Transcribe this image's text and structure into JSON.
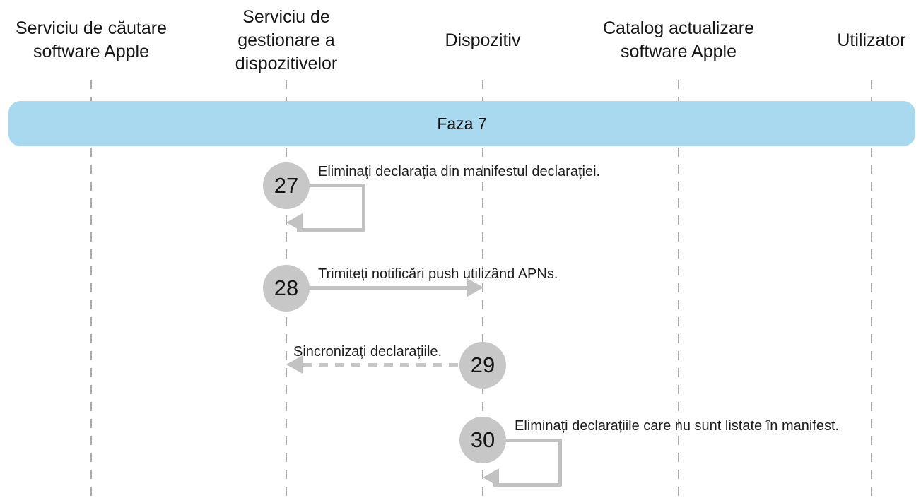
{
  "diagram": {
    "type": "sequence-diagram",
    "phase": {
      "label": "Faza 7"
    },
    "lifelines": [
      {
        "id": "apple-software-lookup-service",
        "label": "Serviciu de căutare software Apple"
      },
      {
        "id": "device-management-service",
        "label": "Serviciu de gestionare a dispozitivelor"
      },
      {
        "id": "device",
        "label": "Dispozitiv"
      },
      {
        "id": "apple-software-update-catalog",
        "label": "Catalog actualizare software Apple"
      },
      {
        "id": "user",
        "label": "Utilizator"
      }
    ],
    "steps": [
      {
        "number": "27",
        "type": "self-loop",
        "actor": "device-management-service",
        "label": "Eliminați declarația din manifestul declarației."
      },
      {
        "number": "28",
        "type": "solid-arrow",
        "from": "device-management-service",
        "to": "device",
        "label": "Trimiteți notificări push utilizând APNs."
      },
      {
        "number": "29",
        "type": "dashed-arrow",
        "from": "device",
        "to": "device-management-service",
        "label": "Sincronizați declarațiile."
      },
      {
        "number": "30",
        "type": "self-loop",
        "actor": "device",
        "label": "Eliminați declarațiile care nu sunt listate în manifest."
      }
    ],
    "colors": {
      "phase_banner": "#a8d9ef",
      "circle_fill": "#c7c7c7",
      "arrow": "#c2c2c2",
      "lifeline": "#ababab",
      "text": "#1c1c1e"
    }
  }
}
